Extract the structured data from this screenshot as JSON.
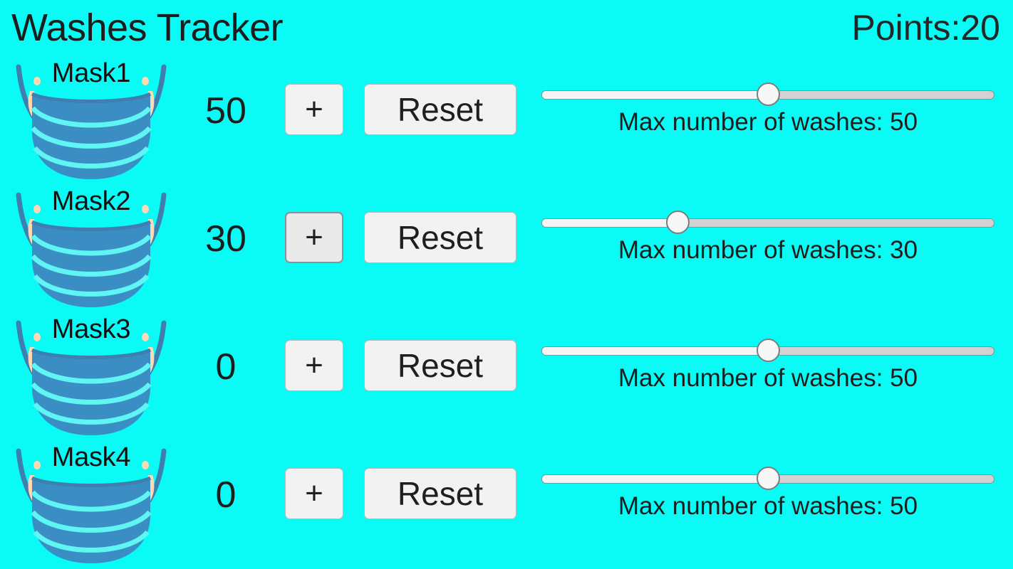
{
  "header": {
    "title": "Washes Tracker",
    "points_label": "Points:20"
  },
  "colors": {
    "background": "#0afaf5",
    "text": "#1d1d1d",
    "button_face": "#f2f2f2",
    "button_border": "#b9b9b9",
    "button_active_border": "#8e8e9c",
    "slider_track": "#d2d2d2",
    "slider_fill": "#f5f5f5",
    "slider_thumb": "#f7f7f7",
    "mask_body": "#3a8ec4",
    "mask_strap": "#3f7fb0",
    "mask_pleat_line": "#5ff5f2",
    "mask_ear": "#ffd9b3"
  },
  "rows": [
    {
      "mask_label": "Mask1",
      "mask_icon": "face-mask-icon",
      "count": "50",
      "plus_label": "+",
      "reset_label": "Reset",
      "plus_active": false,
      "slider_percent": 50,
      "slider_caption": "Max number of washes: 50"
    },
    {
      "mask_label": "Mask2",
      "mask_icon": "face-mask-icon",
      "count": "30",
      "plus_label": "+",
      "reset_label": "Reset",
      "plus_active": true,
      "slider_percent": 30,
      "slider_caption": "Max number of washes: 30"
    },
    {
      "mask_label": "Mask3",
      "mask_icon": "face-mask-icon",
      "count": "0",
      "plus_label": "+",
      "reset_label": "Reset",
      "plus_active": false,
      "slider_percent": 50,
      "slider_caption": "Max number of washes: 50"
    },
    {
      "mask_label": "Mask4",
      "mask_icon": "face-mask-icon",
      "count": "0",
      "plus_label": "+",
      "reset_label": "Reset",
      "plus_active": false,
      "slider_percent": 50,
      "slider_caption": "Max number of washes: 50"
    }
  ]
}
